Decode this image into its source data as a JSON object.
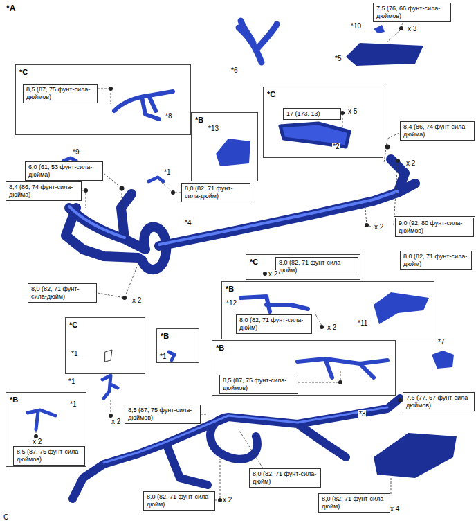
{
  "diagram": {
    "nodes": [
      {
        "text": [
          "*C"
        ]
      },
      {
        "text": [
          "8,5 (87, 75 фунт-сила-дюймов)"
        ],
        "in": 0
      },
      {
        "text": [
          "*B"
        ]
      },
      {
        "text": [
          "*C"
        ]
      },
      {
        "text": [
          "17 (173, 13)"
        ],
        "in": 3
      },
      {
        "text": [
          "7,5 (76, 66 фунт-сила-дюймов)"
        ]
      },
      {
        "text": [
          "6,0 (61, 53 фунт-сила-дюйма)"
        ]
      },
      {
        "text": [
          "8,4 (86, 74 фунт-сила-дюйма)"
        ]
      },
      {
        "text": [
          "8,0 (82, 71 фунт-сила-дюйм)"
        ]
      },
      {
        "text": [
          "8,4 (86, 74 фунт-сила-дюйма)"
        ]
      },
      {
        "text": [
          "9,0 (92, 80 фунт-сила-дюймов)"
        ]
      },
      {
        "text": [
          "8,0 (82, 71 фунт-сила-дюйм)"
        ]
      },
      {
        "text": [
          "8,0 (82, 71 фунт-сила-дюйм)"
        ]
      },
      {
        "text": [
          "*C"
        ]
      },
      {
        "text": [
          "8,0 (82, 71 фунт-сила-дюйм)"
        ],
        "in": 13
      },
      {
        "text": [
          "*B"
        ]
      },
      {
        "text": [
          "8,0 (82, 71 фунт-сила-дюйм)"
        ],
        "in": 15
      },
      {
        "text": [
          "*C"
        ]
      },
      {
        "text": [
          "*B"
        ]
      },
      {
        "text": [
          "*B"
        ]
      },
      {
        "text": [
          "8,5 (87, 75 фунт-сила-дюймов)"
        ],
        "in": 19
      },
      {
        "text": [
          "8,5 (87, 75 фунт-сила-дюймов)"
        ]
      },
      {
        "text": [
          "*B"
        ]
      },
      {
        "text": [
          "8,5 (87, 75 фунт-сила-дюймов)"
        ],
        "in": 22
      },
      {
        "text": [
          "7,6 (77, 67 фунт-сила-дюймов)"
        ]
      },
      {
        "text": [
          "8,0 (82, 71 фунт-сила-дюйм)"
        ]
      },
      {
        "text": [
          "8,0 (82, 71 фунт-сила-дюйм)"
        ]
      },
      {
        "text": [
          "8,0 (82, 71 фунт-сила-дюйм)"
        ]
      }
    ],
    "labels": [
      "*A",
      "*10",
      "x 3",
      "*5",
      "*6",
      "*8",
      "*13",
      "x 5",
      "*2",
      "*9",
      "*1",
      "*4",
      "x 2",
      "x 2",
      "x 2",
      "x 2",
      "*12",
      "x 2",
      "*11",
      "*1",
      "*1",
      "*7",
      "*1",
      "x 2",
      "*1",
      "x 2",
      "*3",
      "x 2",
      "x 4",
      "C"
    ]
  }
}
